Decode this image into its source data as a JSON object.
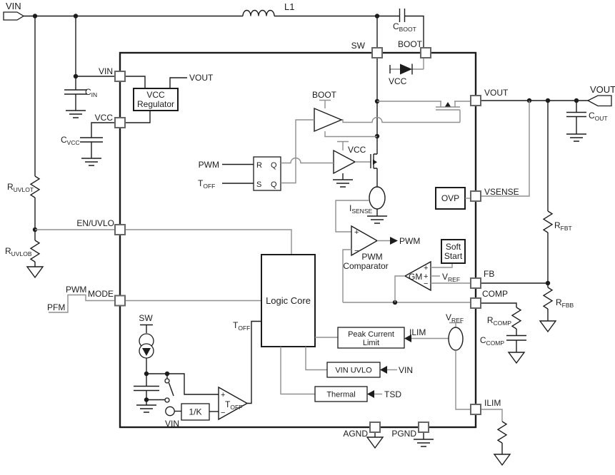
{
  "io_tags": {
    "vin": "VIN",
    "vout": "VOUT"
  },
  "passives": {
    "l1": "L1",
    "c_boot": {
      "main": "C",
      "sub": "BOOT"
    },
    "c_in": {
      "main": "C",
      "sub": "IN"
    },
    "c_vcc": {
      "main": "C",
      "sub": "VCC"
    },
    "c_out": {
      "main": "C",
      "sub": "OUT"
    },
    "r_uvlot": {
      "main": "R",
      "sub": "UVLOT"
    },
    "r_uvlob": {
      "main": "R",
      "sub": "UVLOB"
    },
    "r_fbt": {
      "main": "R",
      "sub": "FBT"
    },
    "r_fbb": {
      "main": "R",
      "sub": "FBB"
    },
    "r_comp": {
      "main": "R",
      "sub": "COMP"
    },
    "c_comp": {
      "main": "C",
      "sub": "COMP"
    }
  },
  "pins": {
    "vin": "VIN",
    "vcc": "VCC",
    "en_uvlo": "EN/UVLO",
    "mode": "MODE",
    "sw": "SW",
    "boot": "BOOT",
    "vout": "VOUT",
    "vsense": "VSENSE",
    "fb": "FB",
    "comp": "COMP",
    "ilim": "ILIM",
    "agnd": "AGND",
    "pgnd": "PGND"
  },
  "blocks": {
    "vcc_regulator": [
      "VCC",
      "Regulator"
    ],
    "logic_core": "Logic Core",
    "soft_start": [
      "Soft",
      "Start"
    ],
    "ovp": "OVP",
    "peak_current_limit": [
      "Peak Current",
      "Limit"
    ],
    "vin_uvlo": "VIN UVLO",
    "thermal": "Thermal",
    "one_over_k": "1/K",
    "latch": {
      "r": "R",
      "s": "S",
      "q_top": "Q",
      "q_bottom": "Q"
    }
  },
  "signals": {
    "pwm_in": "PWM",
    "toff_in": {
      "main": "T",
      "sub": "OFF"
    },
    "boot_rail": "BOOT",
    "vcc_rail": "VCC",
    "vcc_diode": "VCC",
    "vout_rail": "VOUT",
    "i_sense": {
      "main": "I",
      "sub": "SENSE"
    },
    "pwm_out": "PWM",
    "pwm_comparator": [
      "PWM",
      "Comparator"
    ],
    "gm": "GM",
    "v_ref_gm": {
      "main": "V",
      "sub": "REF"
    },
    "v_ref_src": {
      "main": "V",
      "sub": "REF"
    },
    "ilim_sig": "ILIM",
    "vin_sig": "VIN",
    "tsd_sig": "TSD",
    "toff_logic": {
      "main": "T",
      "sub": "OFF"
    },
    "toff_comp": {
      "main": "T",
      "sub": "OFF"
    },
    "sw_rail": "SW",
    "vin_src": "VIN",
    "mode_pwm": "PWM",
    "mode_pfm": "PFM",
    "plus": "+",
    "minus": "−"
  }
}
